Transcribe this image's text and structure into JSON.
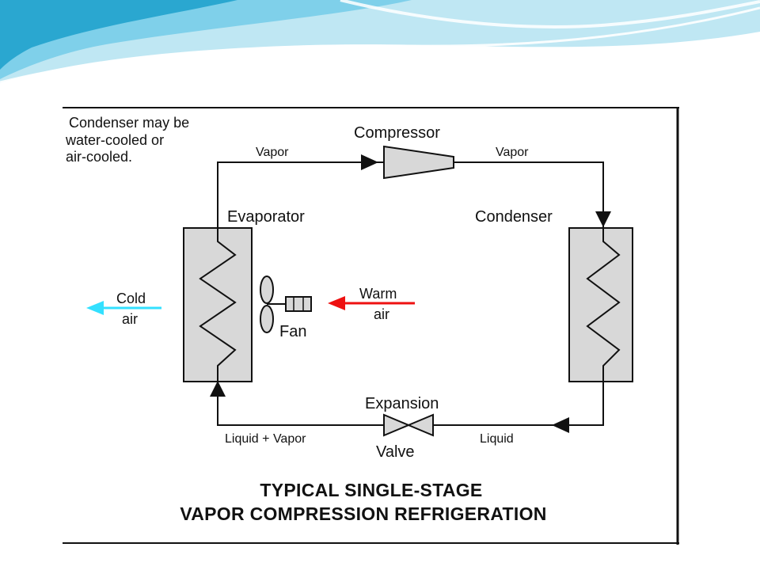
{
  "colors": {
    "swoosh_light": "#bfe7f3",
    "swoosh_mid": "#7fd0ea",
    "swoosh_dark": "#2aa7d0",
    "cold_air": "#33e0ff",
    "warm_air": "#ee1111",
    "component_fill": "#d8d8d8",
    "line": "#111111"
  },
  "diagram": {
    "note_lines": [
      "Condenser may be",
      "water-cooled or",
      "air-cooled."
    ],
    "components": {
      "compressor": "Compressor",
      "evaporator": "Evaporator",
      "condenser": "Condenser",
      "expansion_top": "Expansion",
      "expansion_bottom": "Valve",
      "fan": "Fan"
    },
    "flow_labels": {
      "vapor_left": "Vapor",
      "vapor_right": "Vapor",
      "liquid": "Liquid",
      "liquid_vapor": "Liquid + Vapor"
    },
    "air_labels": {
      "cold_top": "Cold",
      "cold_bottom": "air",
      "warm_top": "Warm",
      "warm_bottom": "air"
    },
    "title_lines": [
      "TYPICAL SINGLE-STAGE",
      "VAPOR COMPRESSION REFRIGERATION"
    ]
  }
}
